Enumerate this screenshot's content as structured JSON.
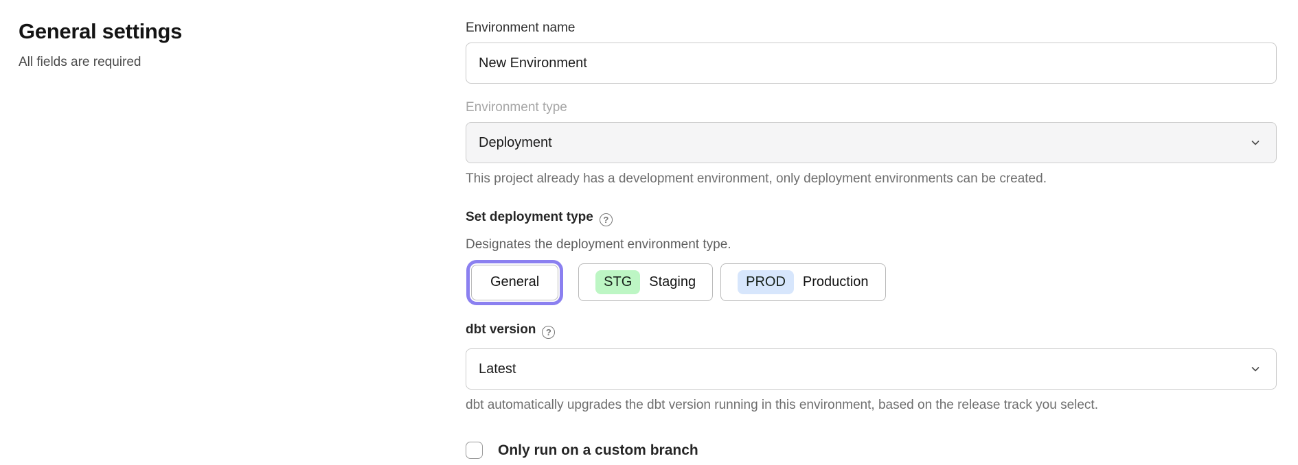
{
  "page": {
    "heading": "General settings",
    "subheading": "All fields are required"
  },
  "form": {
    "environment_name": {
      "label": "Environment name",
      "value": "New Environment"
    },
    "environment_type": {
      "label": "Environment type",
      "value": "Deployment",
      "disabled": true,
      "helper": "This project already has a development environment, only deployment environments can be created."
    },
    "deployment_type": {
      "label": "Set deployment type",
      "help_icon": "question-mark",
      "helper": "Designates the deployment environment type.",
      "options": [
        {
          "label": "General",
          "badge": "",
          "selected": true
        },
        {
          "label": "Staging",
          "badge": "STG",
          "badge_color": "#bdf6c4",
          "selected": false
        },
        {
          "label": "Production",
          "badge": "PROD",
          "badge_color": "#d7e6fc",
          "selected": false
        }
      ]
    },
    "dbt_version": {
      "label": "dbt version",
      "help_icon": "question-mark",
      "value": "Latest",
      "helper": "dbt automatically upgrades the dbt version running in this environment, based on the release track you select."
    },
    "custom_branch": {
      "label": "Only run on a custom branch",
      "checked": false
    }
  },
  "icons": {
    "help_glyph": "?"
  },
  "colors": {
    "accent_ring": "#8b80f0",
    "stg_badge": "#bdf6c4",
    "prod_badge": "#d7e6fc",
    "disabled_field_bg": "#f5f5f6"
  }
}
